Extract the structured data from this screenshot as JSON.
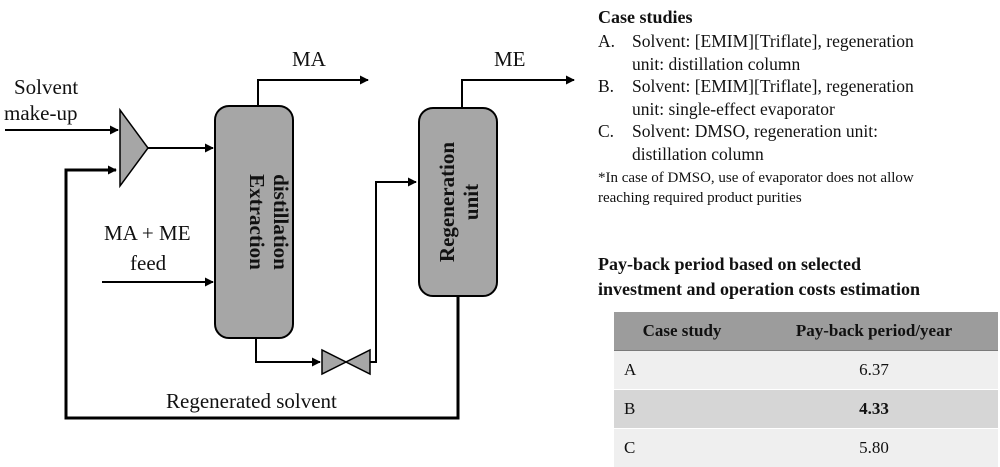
{
  "diagram": {
    "labels": {
      "solvent_makeup_line1": "Solvent",
      "solvent_makeup_line2": "make-up",
      "feed_line1": "MA + ME",
      "feed_line2": "feed",
      "product_ma": "MA",
      "product_me": "ME",
      "extraction_line1": "Extraction",
      "extraction_line2": "distillation",
      "regeneration_line1": "Regeneration",
      "regeneration_line2": "unit",
      "regenerated_solvent": "Regenerated solvent"
    },
    "colors": {
      "unit_fill": "#a6a6a6",
      "stroke": "#000000"
    }
  },
  "case_studies": {
    "title": "Case studies",
    "items": [
      {
        "letter": "A.",
        "line1": "Solvent: [EMIM][Triflate], regeneration",
        "line2": "unit: distillation column"
      },
      {
        "letter": "B.",
        "line1": "Solvent: [EMIM][Triflate], regeneration",
        "line2": "unit: single-effect evaporator"
      },
      {
        "letter": "C.",
        "line1": "Solvent: DMSO, regeneration unit:",
        "line2": "distillation column"
      }
    ],
    "note_line1": "*In case of DMSO, use of evaporator does not allow",
    "note_line2": "reaching required product purities"
  },
  "payback": {
    "title_line1": "Pay-back period based on selected",
    "title_line2": "investment and operation costs estimation",
    "headers": [
      "Case study",
      "Pay-back period/year"
    ],
    "rows": [
      {
        "case": "A",
        "value": "6.37"
      },
      {
        "case": "B",
        "value": "4.33"
      },
      {
        "case": "C",
        "value": "5.80"
      }
    ],
    "colors": {
      "header_bg": "#9c9c9c",
      "row_light": "#efefef",
      "row_dark": "#d6d6d6"
    }
  }
}
